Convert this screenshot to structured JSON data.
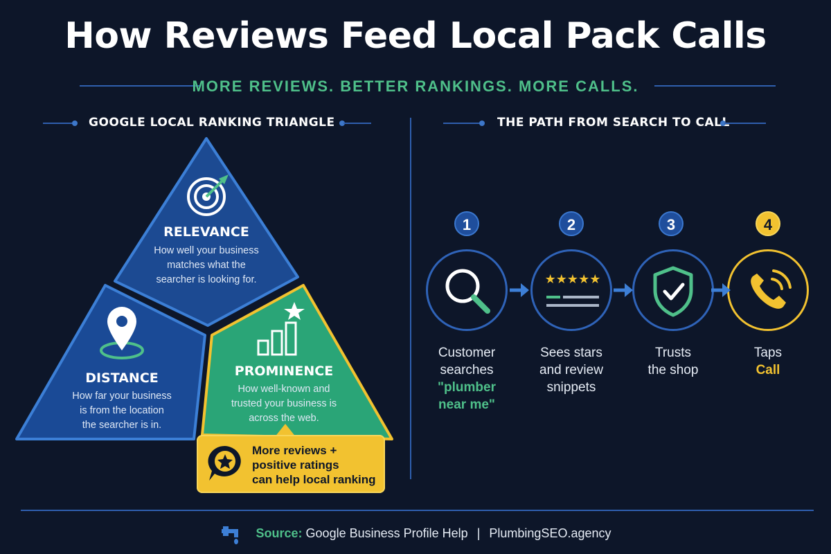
{
  "title": "How Reviews Feed Local Pack Calls",
  "subtitle": "MORE REVIEWS. BETTER RANKINGS. MORE CALLS.",
  "left_section": {
    "title": "GOOGLE LOCAL RANKING TRIANGLE",
    "relevance": {
      "heading": "RELEVANCE",
      "lines": [
        "How well your business",
        "matches what the",
        "searcher is looking for."
      ]
    },
    "distance": {
      "heading": "DISTANCE",
      "lines": [
        "How far your business",
        "is from the location",
        "the searcher is in."
      ]
    },
    "prominence": {
      "heading": "PROMINENCE",
      "lines": [
        "How well-known and",
        "trusted your business is",
        "across the web."
      ]
    },
    "callout": {
      "lines": [
        "More reviews +",
        "positive ratings",
        "can help local ranking"
      ]
    }
  },
  "right_section": {
    "title": "THE PATH FROM SEARCH TO CALL",
    "steps": [
      {
        "number": "1",
        "icon": "magnifier-icon",
        "lines": [
          "Customer",
          "searches"
        ],
        "highlight": [
          "\"plumber",
          "near me\""
        ]
      },
      {
        "number": "2",
        "icon": "stars-review-icon",
        "lines": [
          "Sees stars",
          "and review",
          "snippets"
        ],
        "highlight": []
      },
      {
        "number": "3",
        "icon": "shield-check-icon",
        "lines": [
          "Trusts",
          "the shop"
        ],
        "highlight": []
      },
      {
        "number": "4",
        "icon": "phone-icon",
        "lines": [
          "Taps"
        ],
        "highlight": [
          "Call"
        ]
      }
    ]
  },
  "footer": {
    "source_label": "Source:",
    "source_text": "Google Business Profile Help",
    "separator": "|",
    "site": "PlumbingSEO.agency"
  },
  "colors": {
    "background": "#0d1629",
    "blue": "#1f4e9c",
    "green": "#2aa577",
    "yellow": "#f2c230",
    "accent_green": "#4fc08a"
  }
}
